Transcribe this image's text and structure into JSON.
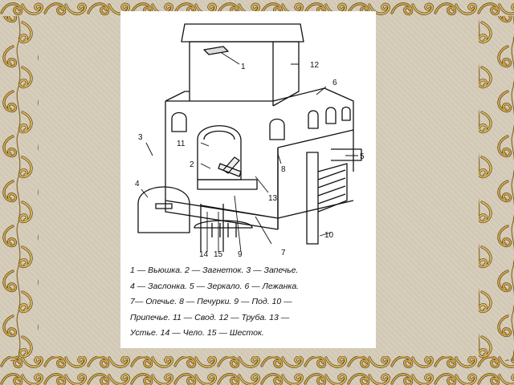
{
  "colors": {
    "ornament_gold": "#b8923a",
    "ornament_dark": "#5a4418",
    "background": "#d7cdbb",
    "panel": "#ffffff"
  },
  "labels": [
    "1",
    "2",
    "3",
    "4",
    "5",
    "6",
    "7",
    "8",
    "9",
    "10",
    "11",
    "12",
    "13",
    "14",
    "15"
  ],
  "legend": {
    "line1": "1 — Вьюшка. 2 — Загнеток. 3 — Запечье.",
    "line2": "4 — Заслонка. 5 — Зеркало. 6 — Лежанка.",
    "line3": "7— Опечье. 8 — Печурки. 9 — Под. 10 —",
    "line4": "Припечье. 11 — Свод. 12 — Труба. 13 —",
    "line5": "Устье. 14 — Чело. 15 — Шесток."
  }
}
